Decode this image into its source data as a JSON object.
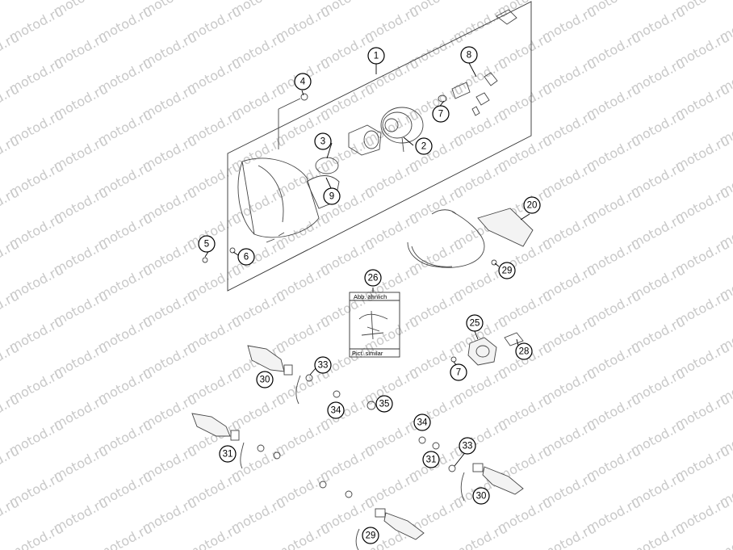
{
  "watermark": {
    "text": "motod.ru"
  },
  "callouts": [
    "1",
    "2",
    "3",
    "4",
    "5",
    "6",
    "7",
    "8",
    "9",
    "20",
    "25",
    "26",
    "28",
    "29",
    "30",
    "31",
    "33",
    "34",
    "35"
  ],
  "note": {
    "top": "Abb. ähnlich",
    "bottom": "Pict. similar"
  },
  "colors": {
    "line": "#000000",
    "watermark": "#c9c9c9",
    "background": "#ffffff"
  }
}
